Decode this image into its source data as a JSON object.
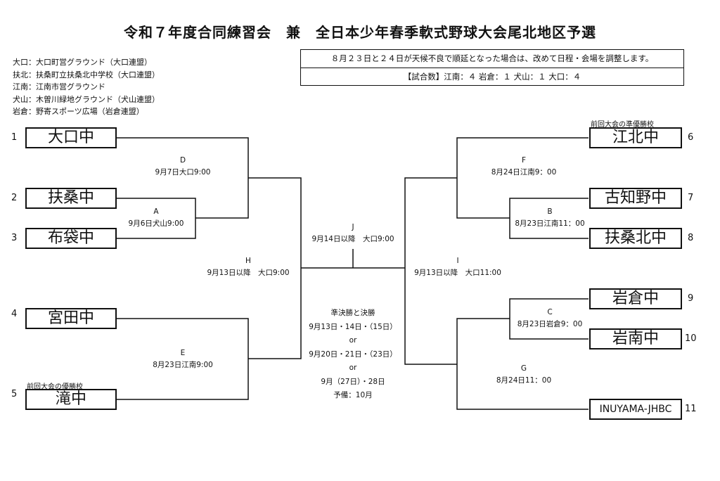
{
  "title": "令和７年度合同練習会　兼　全日本少年春季軟式野球大会尾北地区予選",
  "venues": [
    "大口：大口町営グラウンド（大口連盟）",
    "扶北：扶桑町立扶桑北中学校（大口連盟）",
    "江南：江南市営グラウンド",
    "犬山：木曽川緑地グラウンド（犬山連盟）",
    "岩倉：野寄スポーツ広場（岩倉連盟）"
  ],
  "notice": {
    "line1": "８月２３日と２４日が天候不良で順延となった場合は、改めて日程・会場を調整します。",
    "line2": "【試合数】江南：４ 岩倉：１ 犬山：１ 大口：４"
  },
  "teams": [
    {
      "seed": "1",
      "name": "大口中"
    },
    {
      "seed": "2",
      "name": "扶桑中"
    },
    {
      "seed": "3",
      "name": "布袋中"
    },
    {
      "seed": "4",
      "name": "宮田中"
    },
    {
      "seed": "5",
      "name": "滝中",
      "note": "前回大会の優勝校"
    },
    {
      "seed": "6",
      "name": "江北中",
      "note": "前回大会の準優勝校"
    },
    {
      "seed": "7",
      "name": "古知野中"
    },
    {
      "seed": "8",
      "name": "扶桑北中"
    },
    {
      "seed": "9",
      "name": "岩倉中"
    },
    {
      "seed": "10",
      "name": "岩南中"
    },
    {
      "seed": "11",
      "name": "INUYAMA-JHBC"
    }
  ],
  "matches": {
    "A": {
      "id": "A",
      "info": "9月6日犬山9:00"
    },
    "B": {
      "id": "B",
      "info": "8月23日江南11：00"
    },
    "C": {
      "id": "C",
      "info": "8月23日岩倉9：00"
    },
    "D": {
      "id": "D",
      "info": "9月7日大口9:00"
    },
    "E": {
      "id": "E",
      "info": "8月23日江南9:00"
    },
    "F": {
      "id": "F",
      "info": "8月24日江南9：00"
    },
    "G": {
      "id": "G",
      "info": "8月24日11：00"
    },
    "H": {
      "id": "H",
      "info": "9月13日以降　大口9:00"
    },
    "I": {
      "id": "I",
      "info": "9月13日以降　大口11:00"
    },
    "J": {
      "id": "J",
      "info": "9月14日以降　大口9:00"
    }
  },
  "schedule": [
    "準決勝と決勝",
    "9月13日・14日・（15日）",
    "or",
    "9月20日・21日・（23日）",
    "or",
    "9月（27日）・28日",
    "予備：10月"
  ]
}
